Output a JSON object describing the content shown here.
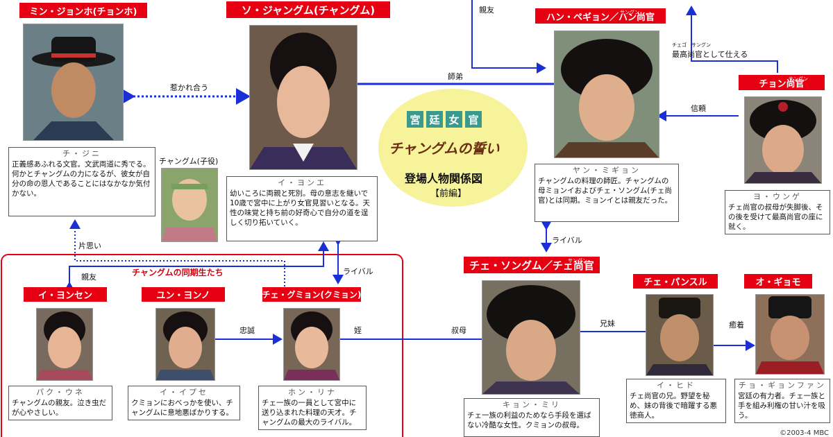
{
  "title": {
    "tiles": [
      "宮",
      "廷",
      "女",
      "官"
    ],
    "logo": "チャングムの誓い",
    "subtitle": "登場人物関係図",
    "part": "【前編】"
  },
  "characters": {
    "jangho": {
      "name": "ミン・ジョンホ(チョンホ)",
      "actor": "チ・ジニ",
      "desc": "正義感あふれる文官。文武両道に秀でる。何かとチャングムの力になるが、彼女が自分の命の恩人であることにはなかなか気付かない。"
    },
    "janggeum": {
      "name": "ソ・ジャングム(チャングム)",
      "actor": "イ・ヨンエ",
      "desc": "幼いころに両親と死別。母の意志を継いで10歳で宮中に上がり女官見習いとなる。天性の味覚と持ち前の好奇心で自分の道を逞しく切り拓いていく。"
    },
    "child": {
      "name": "チャングム(子役)"
    },
    "han": {
      "name": "ハン・ペギョン／ハン尚官",
      "ruby": "サングン",
      "actor": "ヤン・ミギョン",
      "desc": "チャングムの料理の師匠。チャングムの母ミョンイおよびチェ・ソングム(チェ尚官)とは同期。ミョンイとは親友だった。"
    },
    "jeong": {
      "name": "チョン尚官",
      "ruby": "サングン",
      "actor": "ヨ・ウンゲ",
      "desc": "チェ尚官の叔母が失脚後、その後を受けて最高尚官の座に就く。"
    },
    "choi": {
      "name": "チェ・ソングム／チェ尚官",
      "ruby": "サングン",
      "actor": "キョン・ミリ",
      "desc": "チェ一族の利益のためなら手段を選ばない冷酷な女性。クミョンの叔母。"
    },
    "panseul": {
      "name": "チェ・パンスル",
      "actor": "イ・ヒド",
      "desc": "チェ尚官の兄。野望を秘め、妹の背後で暗躍する悪徳商人。"
    },
    "ogyeomo": {
      "name": "オ・ギョモ",
      "actor": "チョ・ギョンファン",
      "desc": "宮廷の有力者。チェ一族と手を組み利権の甘い汁を吸う。"
    },
    "yeonsaeng": {
      "name": "イ・ヨンセン",
      "actor": "パク・ウネ",
      "desc": "チャングムの親友。泣き虫だが心やさしい。"
    },
    "yeongno": {
      "name": "ユン・ヨンノ",
      "actor": "イ・イプセ",
      "desc": "クミョンにおべっかを使い、チャングムに意地悪ばかりする。"
    },
    "geumyeong": {
      "name": "チェ・グミョン(クミョン)",
      "actor": "ホン・リナ",
      "desc": "チェ一族の一員として宮中に送り込まれた料理の天才。チャングムの最大のライバル。"
    }
  },
  "relations": {
    "attracted": "惹かれ合う",
    "disciple": "師弟",
    "friend_top": "親友",
    "top_server": "最高尚官として仕える",
    "top_server_ruby": "チェゴ　サングン",
    "trust": "信頼",
    "rival_han_choi": "ライバル",
    "unrequited": "片思い",
    "friend": "親友",
    "rival": "ライバル",
    "loyalty": "忠誠",
    "niece": "姪",
    "aunt": "叔母",
    "siblings": "兄妹",
    "collusion": "癒着",
    "group": "チャングムの同期生たち"
  },
  "copyright": "©2003-4 MBC"
}
